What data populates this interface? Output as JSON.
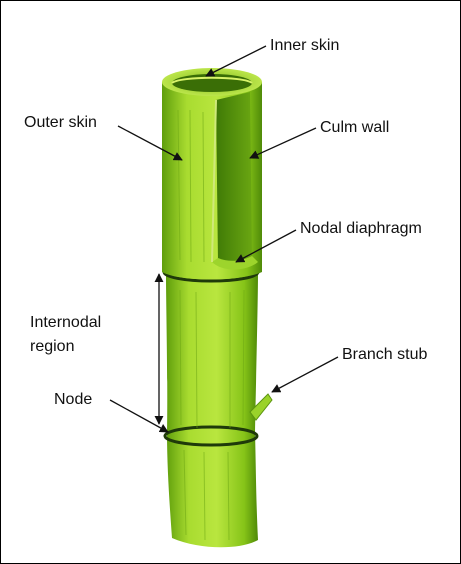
{
  "labels": {
    "inner_skin": "Inner skin",
    "outer_skin": "Outer skin",
    "culm_wall": "Culm wall",
    "nodal_diaphragm": "Nodal diaphragm",
    "internodal_region_line1": "Internodal",
    "internodal_region_line2": "region",
    "branch_stub": "Branch stub",
    "node": "Node"
  },
  "colors": {
    "bamboo_light": "#b5e33a",
    "bamboo_mid": "#8fcf1c",
    "bamboo_dark": "#4f8f0a",
    "node_ring": "#1f3a0a",
    "text": "#111111",
    "border": "#000000"
  }
}
